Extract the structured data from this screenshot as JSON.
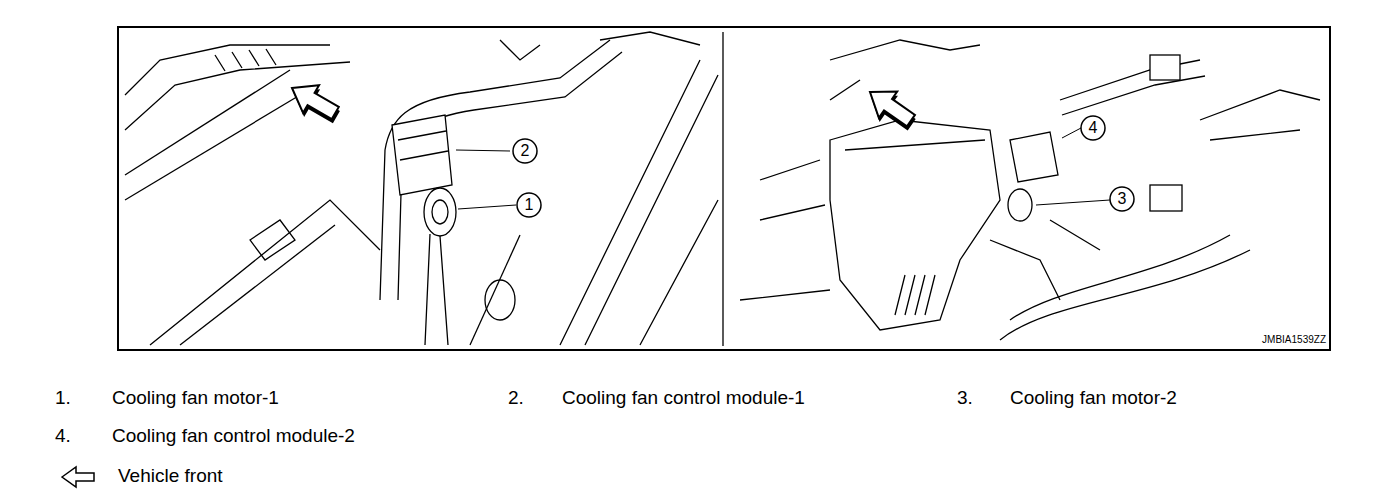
{
  "diagram": {
    "labels": [
      "2",
      "1",
      "4",
      "3",
      "JMBIA1539ZZ",
      "1.",
      "Cooling fan motor-1",
      "2.",
      "Cooling fan control module-1",
      "3.",
      "Cooling fan motor-2",
      "4.",
      "Cooling fan control module-2"
    ],
    "legend": [
      {
        "text": "Vehicle front"
      }
    ]
  }
}
